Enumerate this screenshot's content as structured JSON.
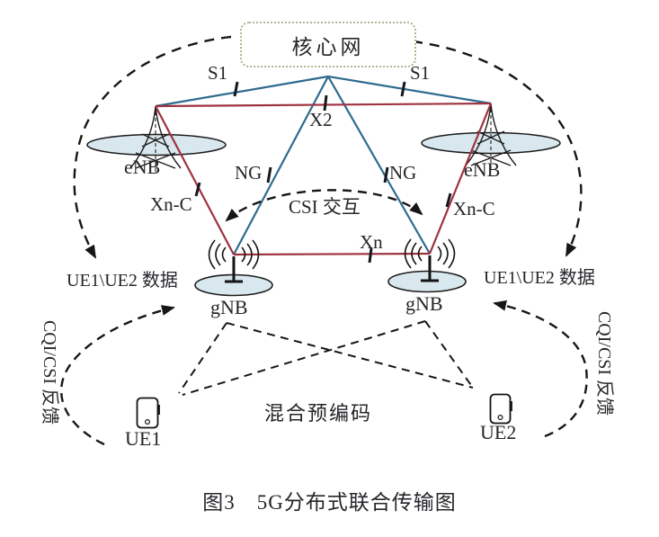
{
  "caption": "图3　5G分布式联合传输图",
  "core_network": {
    "label": "核心网"
  },
  "interfaces": {
    "s1_left": "S1",
    "s1_right": "S1",
    "x2": "X2",
    "ng_left": "NG",
    "ng_right": "NG",
    "xnc_left": "Xn-C",
    "xnc_right": "Xn-C",
    "xn": "Xn"
  },
  "nodes": {
    "enb_left": "eNB",
    "enb_right": "eNB",
    "gnb_left": "gNB",
    "gnb_right": "gNB",
    "ue1": "UE1",
    "ue2": "UE2"
  },
  "annotations": {
    "csi_exchange": "CSI 交互",
    "ue_data_left": "UE1\\UE2 数据",
    "ue_data_right": "UE1\\UE2 数据",
    "cqi_feedback_left": "CQI/CSI 反馈",
    "cqi_feedback_right": "CQI/CSI 反馈",
    "hybrid_precoding": "混合预编码"
  },
  "colors": {
    "red_link": "#9e3240",
    "blue_link": "#2f6b8f",
    "coverage_fill": "#d9e8ee",
    "dashed": "#161616",
    "box_border": "#b3b392",
    "text": "#26262b"
  }
}
